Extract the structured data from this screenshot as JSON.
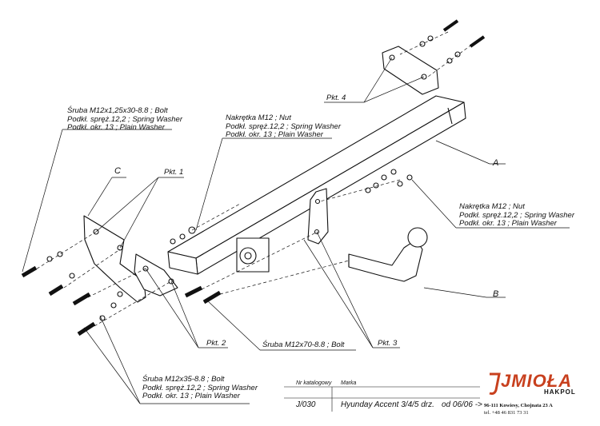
{
  "callouts": {
    "bolt_top": [
      "Śruba M12x1,25x30-8.8 ;  Bolt",
      "Podkł. spręż.12,2 ; Spring Washer",
      "Podkł. okr. 13 ; Plain Washer"
    ],
    "nut_mid": [
      "Nakrętka  M12 ; Nut",
      "Podkł. spręż.12,2 ; Spring Washer",
      "Podkł. okr. 13 ; Plain Washer"
    ],
    "nut_right": [
      "Nakrętka  M12 ; Nut",
      "Podkł. spręż.12,2 ; Spring Washer",
      "Podkł. okr. 13 ; Plain Washer"
    ],
    "bolt_bottom": [
      "Śruba M12x35-8.8 ;  Bolt",
      "Podkł. spręż.12,2 ; Spring Washer",
      "Podkł. okr. 13 ; Plain Washer"
    ],
    "bolt_m12x70": "Śruba M12x70-8.8 ;  Bolt"
  },
  "letters": {
    "a": "A",
    "b": "B",
    "c": "C"
  },
  "pkt": {
    "p1": "Pkt. 1",
    "p2": "Pkt. 2",
    "p3": "Pkt. 3",
    "p4": "Pkt. 4"
  },
  "titleblock": {
    "catalog_label": "Nr katalogowy",
    "make_label": "Marka",
    "catalog_no": "J/030",
    "model": "Hyunday Accent 3/4/5 drz.",
    "from": "od  06/06 ->"
  },
  "brand": {
    "name": "JMIOŁA",
    "sub": "HAKPOL",
    "address": "96-111 Kowiesy, Chojnata 23 A",
    "phone": "tel. +48 46 831 73 31",
    "color": "#c8401e"
  }
}
